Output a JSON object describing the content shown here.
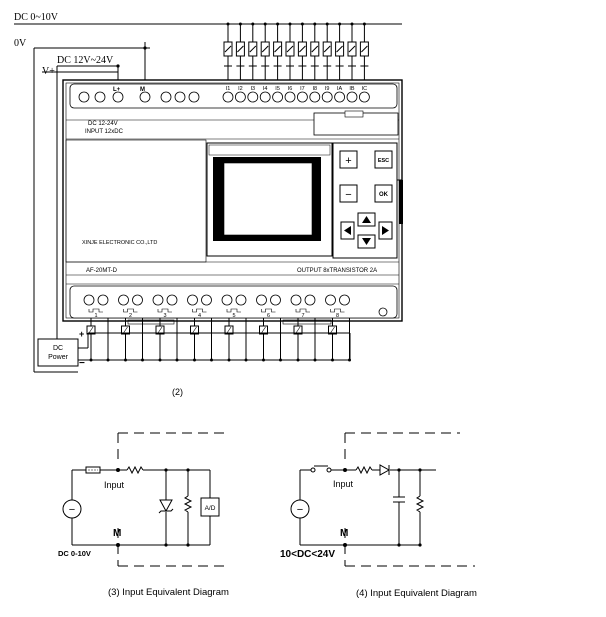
{
  "labels": {
    "dc_0_10v": "DC 0~10V",
    "zero_v": "0V",
    "dc_12_24v": "DC 12V~24V",
    "v_plus": "V+",
    "terminal_l_plus": "L+",
    "terminal_m": "M",
    "inputs": [
      "I1",
      "I2",
      "I3",
      "I4",
      "I5",
      "I6",
      "I7",
      "I8",
      "I9",
      "IA",
      "IB",
      "IC"
    ],
    "plc_input_line1": "DC  12-24V",
    "plc_input_line2": "INPUT  12xDC",
    "plc_brand": "XINJE ELECTRONIC CO.,LTD",
    "plc_model": "AF-20MT-D",
    "plc_output": "OUTPUT 8xTRANSISTOR 2A",
    "key_plus": "+",
    "key_esc": "ESC",
    "key_minus": "−",
    "key_ok": "OK",
    "outputs": [
      "1",
      "2",
      "3",
      "4",
      "5",
      "6",
      "7",
      "8"
    ],
    "dc_power_line1": "DC",
    "dc_power_line2": "Power",
    "plus_sign": "+",
    "minus_sign": "−",
    "fig2_caption": "(2)",
    "fig3_input": "Input",
    "fig3_m": "M",
    "fig3_dc": "DC 0-10V",
    "fig3_ad": "A/D",
    "fig3_caption": "(3) Input Equivalent Diagram",
    "fig4_input": "Input",
    "fig4_m": "M",
    "fig4_dc": "10<DC<24V",
    "fig4_caption": "(4)  Input Equivalent Diagram",
    "source_minus": "−"
  }
}
